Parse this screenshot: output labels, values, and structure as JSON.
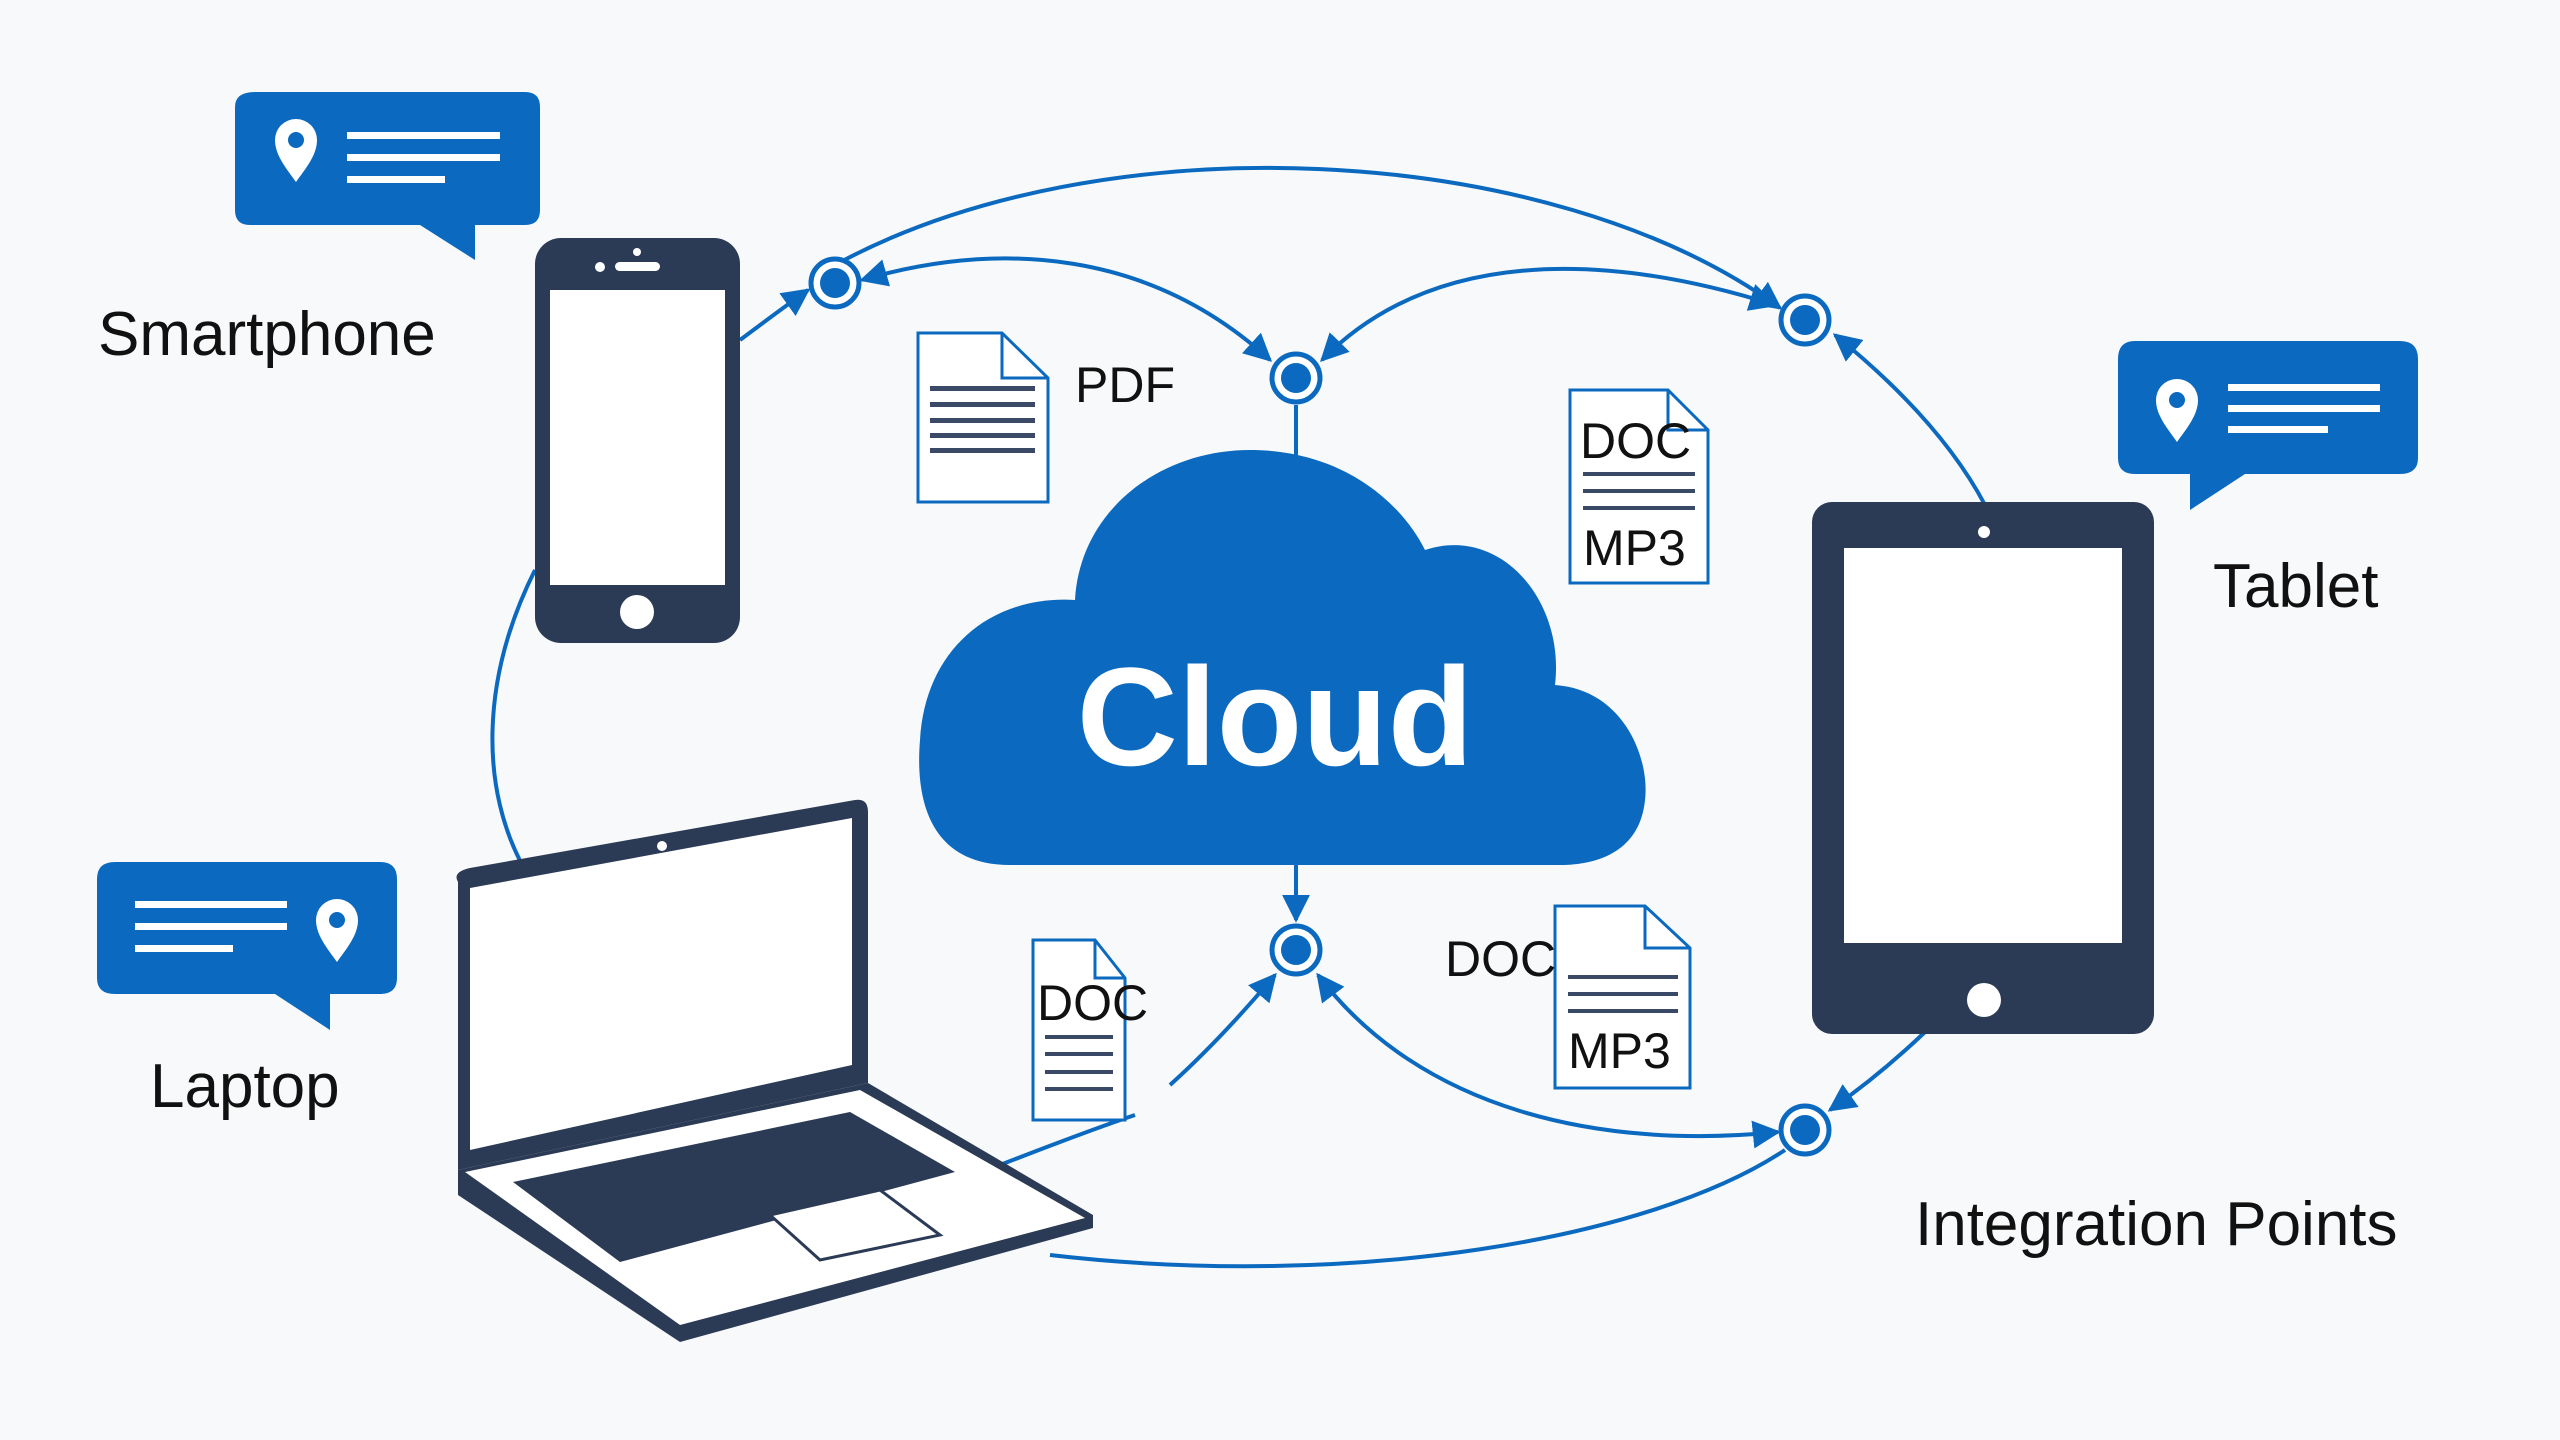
{
  "colors": {
    "background": "#f8f9fa",
    "accent_blue": "#0b6abf",
    "device_navy": "#2b3a55",
    "label_text": "#111111",
    "cloud_text": "#ffffff"
  },
  "cloud": {
    "label": "Cloud"
  },
  "devices": {
    "smartphone": {
      "label": "Smartphone",
      "bubble_icon": "location-pin-icon"
    },
    "tablet": {
      "label": "Tablet",
      "bubble_icon": "location-pin-icon"
    },
    "laptop": {
      "label": "Laptop",
      "bubble_icon": "location-pin-icon"
    }
  },
  "files": [
    {
      "id": "pdf",
      "labels": [
        "PDF"
      ]
    },
    {
      "id": "doc-mp3-top",
      "labels": [
        "DOC",
        "MP3"
      ]
    },
    {
      "id": "doc-bottom-left",
      "labels": [
        "DOC"
      ]
    },
    {
      "id": "doc-mp3-bottom",
      "labels": [
        "DOC",
        "MP3"
      ]
    }
  ],
  "legend": {
    "integration_points": "Integration Points"
  },
  "integration_points_count": 5
}
